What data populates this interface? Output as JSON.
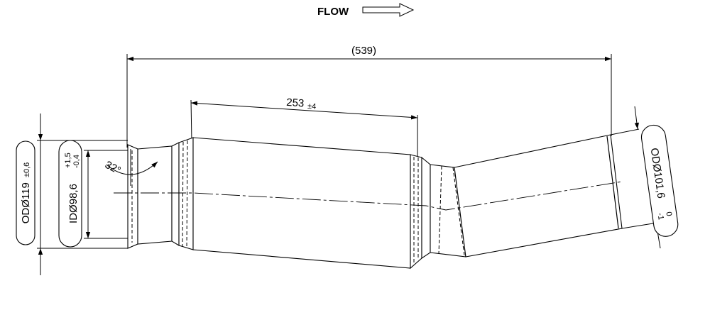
{
  "flow": {
    "label": "FLOW",
    "arrow_icon": "hollow-right-arrow"
  },
  "dimensions": {
    "overall_length": "(539)",
    "bellows_length": "253",
    "bellows_tolerance": "±4",
    "angle": "32°"
  },
  "inlet_od": {
    "text": "ODØ119",
    "tolerance": "±0,6"
  },
  "inlet_id": {
    "text": "IDØ98,6",
    "tol_upper": "+1,5",
    "tol_lower": "-0,4"
  },
  "outlet_od": {
    "text": "ODØ101,6",
    "tol_upper": "0",
    "tol_lower": "-1"
  }
}
